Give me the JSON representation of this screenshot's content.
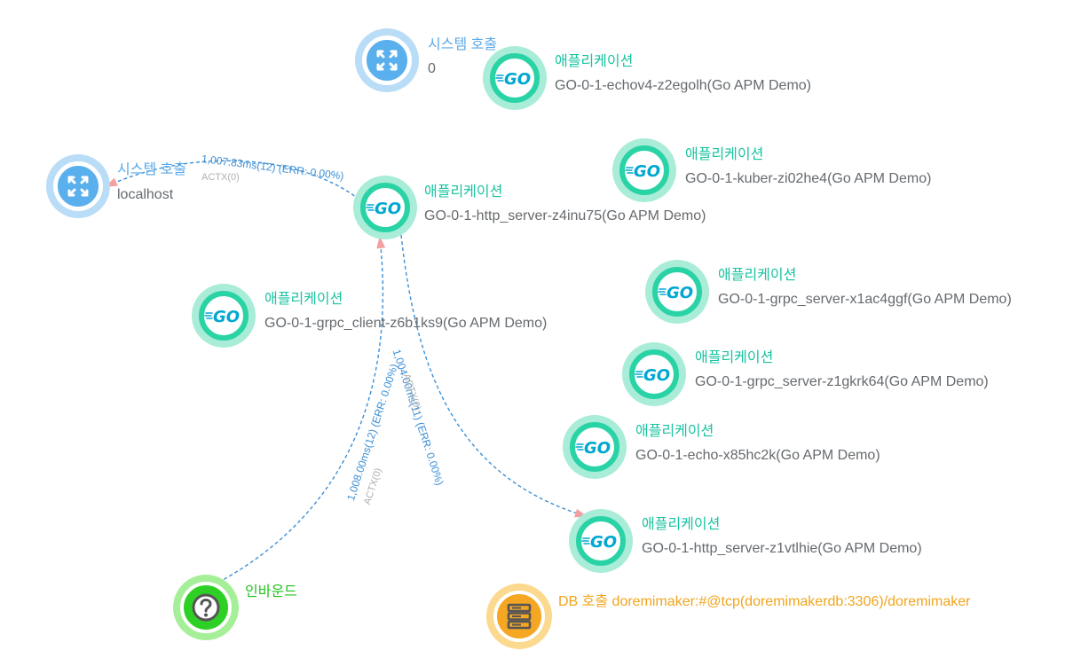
{
  "nodes": {
    "sys_top": {
      "title": "시스템 호출",
      "sub": "0"
    },
    "sys_local": {
      "title": "시스템 호출",
      "sub": "localhost",
      "actx": "ACTX(0)"
    },
    "app_echov4": {
      "title": "애플리케이션",
      "sub": "GO-0-1-echov4-z2egolh(Go APM Demo)"
    },
    "app_http_z4": {
      "title": "애플리케이션",
      "sub": "GO-0-1-http_server-z4inu75(Go APM Demo)"
    },
    "app_kuber": {
      "title": "애플리케이션",
      "sub": "GO-0-1-kuber-zi02he4(Go APM Demo)"
    },
    "app_grpc_client": {
      "title": "애플리케이션",
      "sub": "GO-0-1-grpc_client-z6b1ks9(Go APM Demo)"
    },
    "app_grpc_x1": {
      "title": "애플리케이션",
      "sub": "GO-0-1-grpc_server-x1ac4ggf(Go APM Demo)"
    },
    "app_grpc_z1": {
      "title": "애플리케이션",
      "sub": "GO-0-1-grpc_server-z1gkrk64(Go APM Demo)"
    },
    "app_echo_x85": {
      "title": "애플리케이션",
      "sub": "GO-0-1-echo-x85hc2k(Go APM Demo)"
    },
    "app_http_z1": {
      "title": "애플리케이션",
      "sub": "GO-0-1-http_server-z1vtlhie(Go APM Demo)"
    },
    "inbound": {
      "title": "인바운드"
    },
    "db": {
      "title": "DB 호출 doremimaker:#@tcp(doremimakerdb:3306)/doremimaker"
    }
  },
  "go_logo_text": "GO",
  "edges": [
    {
      "label": "1,007.83ms(12) (ERR: 0.00%)"
    },
    {
      "label": "1,008.00ms(12) (ERR: 0.00%)",
      "actx": "ACTX(0)"
    },
    {
      "label": "1,004.00ms(11) (ERR: 0.00%)",
      "actx": "ACTX(0)"
    }
  ],
  "colors": {
    "app_ring": "#a9ecd8",
    "app_inner": "#2ad3a6",
    "go_blue": "#00a7d0",
    "sys_ring": "#b9dcf7",
    "sys_inner": "#5ab0ec",
    "inbound_ring": "#a6ef99",
    "inbound_inner": "#2fd025",
    "db_ring": "#fbd98e",
    "db_inner": "#f5a623",
    "edge": "#3b8fd6",
    "arrow": "#f3a0a0"
  },
  "icons": {
    "system": "expand-arrows-icon",
    "app": "go-logo-icon",
    "inbound": "question-circle-icon",
    "db": "server-stack-icon"
  }
}
